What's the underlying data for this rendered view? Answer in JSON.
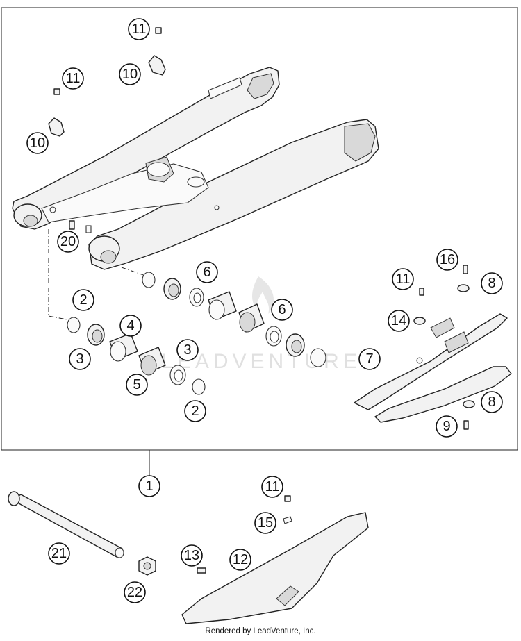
{
  "watermark": "LEADVENTURE",
  "footer": "Rendered by LeadVenture, Inc.",
  "callouts": [
    {
      "id": "c11a",
      "label": "11"
    },
    {
      "id": "c10a",
      "label": "10"
    },
    {
      "id": "c11b",
      "label": "11"
    },
    {
      "id": "c10b",
      "label": "10"
    },
    {
      "id": "c20",
      "label": "20"
    },
    {
      "id": "c6a",
      "label": "6"
    },
    {
      "id": "c16",
      "label": "16"
    },
    {
      "id": "c11c",
      "label": "11"
    },
    {
      "id": "c8a",
      "label": "8"
    },
    {
      "id": "c2a",
      "label": "2"
    },
    {
      "id": "c4",
      "label": "4"
    },
    {
      "id": "c6b",
      "label": "6"
    },
    {
      "id": "c14",
      "label": "14"
    },
    {
      "id": "c3a",
      "label": "3"
    },
    {
      "id": "c3b",
      "label": "3"
    },
    {
      "id": "c7",
      "label": "7"
    },
    {
      "id": "c5",
      "label": "5"
    },
    {
      "id": "c8b",
      "label": "8"
    },
    {
      "id": "c2b",
      "label": "2"
    },
    {
      "id": "c9",
      "label": "9"
    },
    {
      "id": "c1",
      "label": "1"
    },
    {
      "id": "c11d",
      "label": "11"
    },
    {
      "id": "c15",
      "label": "15"
    },
    {
      "id": "c21",
      "label": "21"
    },
    {
      "id": "c13",
      "label": "13"
    },
    {
      "id": "c12",
      "label": "12"
    },
    {
      "id": "c22",
      "label": "22"
    }
  ]
}
